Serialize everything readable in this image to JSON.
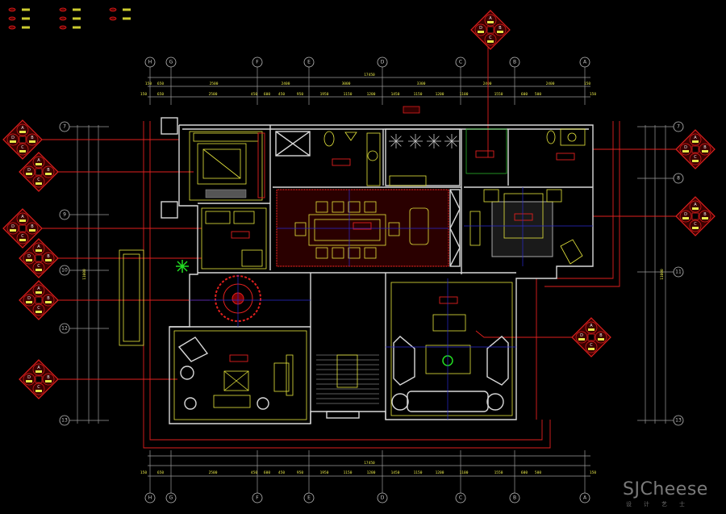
{
  "colors": {
    "background": "#000000",
    "wall": "#d8d8d8",
    "furniture": "#e6e63c",
    "index_line": "#e0201e",
    "axis": "#2a2ad0",
    "dimension_text": "#e8e84a"
  },
  "grid": {
    "top_axes": [
      "H",
      "G",
      "F",
      "E",
      "D",
      "C",
      "B",
      "A"
    ],
    "bottom_axes": [
      "H",
      "G",
      "F",
      "E",
      "D",
      "C",
      "B",
      "A"
    ],
    "left_axes": [
      "7",
      "9",
      "10",
      "12",
      "13"
    ],
    "right_axes": [
      "7",
      "8",
      "11",
      "13"
    ]
  },
  "dimensions": {
    "top_total": "17450",
    "top_row2": [
      "150",
      "650",
      "2500",
      "2400",
      "3000",
      "3300",
      "2400",
      "2400",
      "150"
    ],
    "top_row3": [
      "150",
      "650",
      "2500",
      "450",
      "600",
      "450",
      "950",
      "1950",
      "1150",
      "1200",
      "1450",
      "1150",
      "1200",
      "1100",
      "1550",
      "600",
      "500",
      "150"
    ],
    "bottom_total": "17450",
    "left_total": "11000",
    "right_total": "11000"
  },
  "elevation_markers": [
    {
      "top": "A",
      "right": "B",
      "bottom": "C",
      "left": "D"
    },
    {
      "top": "A",
      "right": "B",
      "bottom": "C",
      "left": "D"
    },
    {
      "top": "A",
      "right": "B",
      "bottom": "C",
      "left": "D"
    },
    {
      "top": "A",
      "right": "B",
      "bottom": "C",
      "left": "D"
    },
    {
      "top": "A",
      "right": "B",
      "bottom": "C",
      "left": "D"
    },
    {
      "top": "A",
      "right": "B",
      "bottom": "C",
      "left": "D"
    },
    {
      "top": "A",
      "right": "B",
      "bottom": "C",
      "left": "D"
    },
    {
      "top": "A",
      "right": "B",
      "bottom": "C",
      "left": "D"
    },
    {
      "top": "A",
      "right": "B",
      "bottom": "C",
      "left": "D"
    },
    {
      "top": "A",
      "right": "B",
      "bottom": "C",
      "left": "D"
    }
  ],
  "watermark": {
    "brand": "SJCheese",
    "sub": "设计艺士"
  }
}
